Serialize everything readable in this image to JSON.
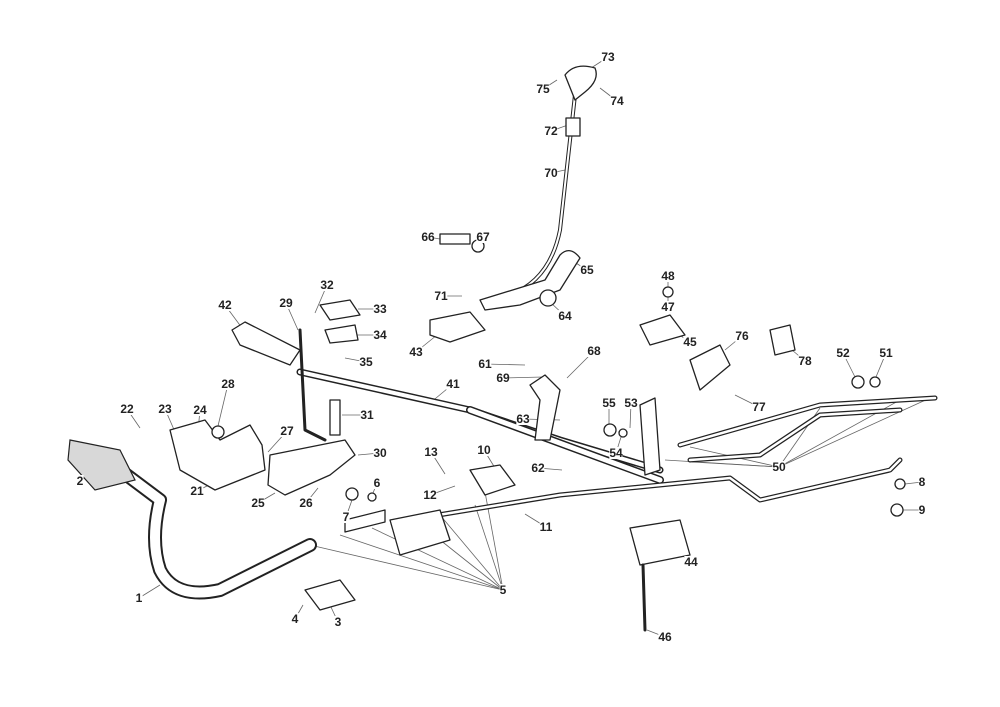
{
  "diagram": {
    "labels": [
      "73",
      "75",
      "74",
      "72",
      "70",
      "66",
      "67",
      "65",
      "71",
      "64",
      "48",
      "47",
      "45",
      "76",
      "78",
      "77",
      "52",
      "51",
      "32",
      "33",
      "34",
      "35",
      "29",
      "42",
      "43",
      "61",
      "68",
      "69",
      "41",
      "28",
      "31",
      "22",
      "23",
      "24",
      "27",
      "30",
      "63",
      "55",
      "53",
      "54",
      "50",
      "13",
      "10",
      "62",
      "12",
      "6",
      "7",
      "2",
      "21",
      "25",
      "26",
      "11",
      "8",
      "9",
      "44",
      "5",
      "1",
      "4",
      "3",
      "46"
    ],
    "line_color": "#222222",
    "background": "#ffffff"
  }
}
